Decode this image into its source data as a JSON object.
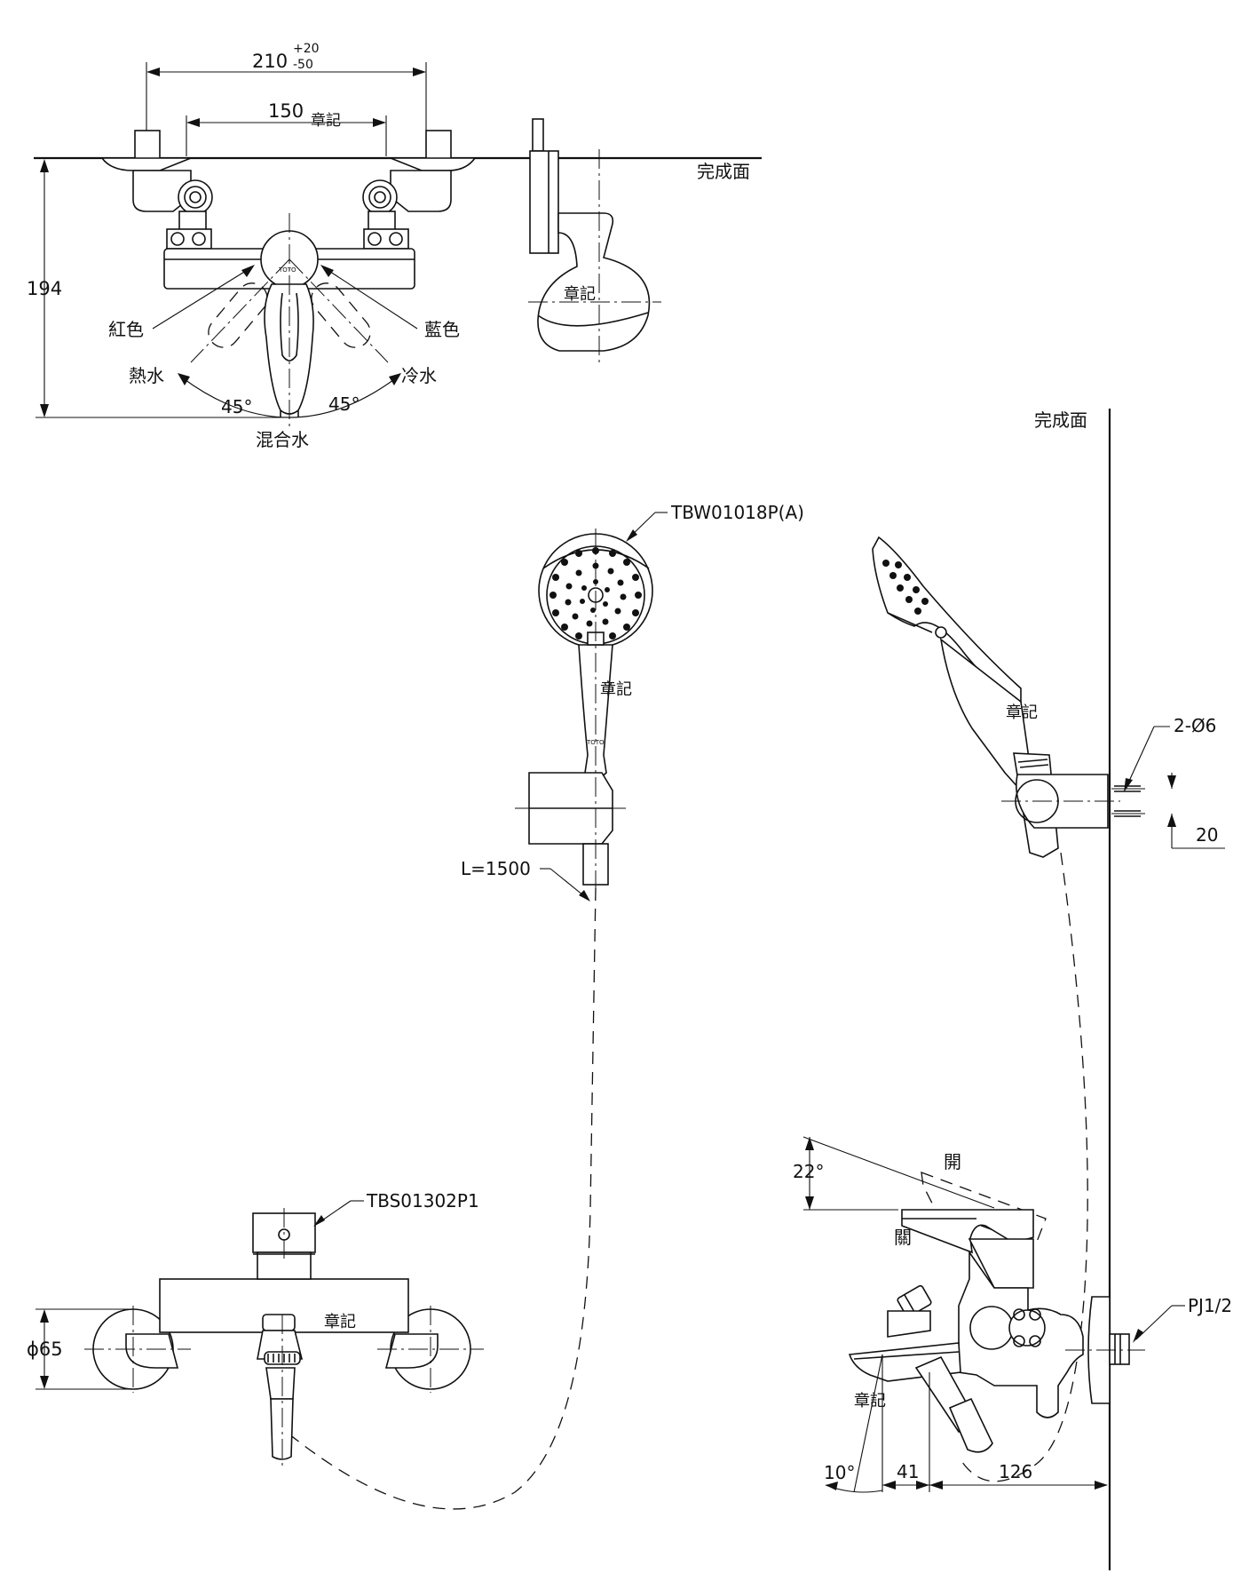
{
  "labels": {
    "dim_210": "210",
    "tol_plus": "+20",
    "tol_minus": "-50",
    "dim_150": "150",
    "stamp": "章記",
    "finish_surface": "完成面",
    "dim_194": "194",
    "red": "紅色",
    "blue": "藍色",
    "hot_water": "熱水",
    "cold_water": "冷水",
    "angle_left": "45°",
    "angle_right": "45°",
    "mixed_water": "混合水",
    "shower_model": "TBW01018P(A)",
    "hose_length": "L=1500",
    "screw_spec": "2-Ø6",
    "dim_20": "20",
    "faucet_model": "TBS01302P1",
    "dim_phi65": "ϕ65",
    "angle_22": "22°",
    "open": "開",
    "close": "關",
    "pipe_thread": "PJ1/2",
    "angle_10": "10°",
    "dim_41": "41",
    "dim_126": "126",
    "brand_mark": "TOTO"
  }
}
